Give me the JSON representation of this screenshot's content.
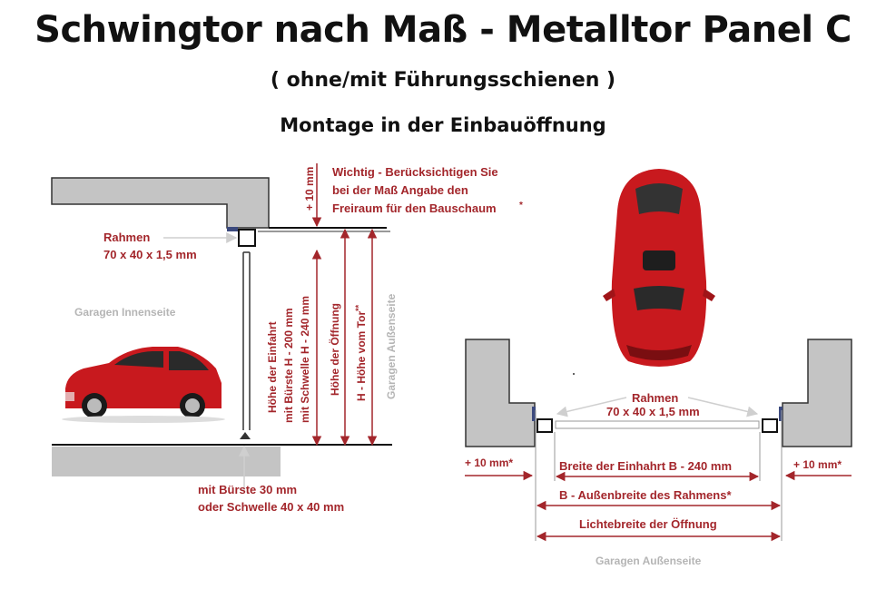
{
  "header": {
    "title": "Schwingtor nach Maß - Metalltor Panel C",
    "subtitle": "( ohne/mit Führungsschienen )",
    "section": "Montage in der Einbauöffnung"
  },
  "left": {
    "note_line1": "Wichtig - Berücksichtigen Sie",
    "note_line2": "bei der Maß Angabe den",
    "note_line3": "Freiraum für den Bauschaum",
    "note_star": "*",
    "plus10": "+ 10 mm",
    "frame_label": "Rahmen",
    "frame_size": "70 x 40 x 1,5 mm",
    "inside_label": "Garagen Innenseite",
    "outside_label": "Garagen Außenseite",
    "v1_line1": "Höhe der Einfahrt",
    "v1_line2": "mit Bürste   H - 200 mm",
    "v1_line3": "mit Schwelle H - 240 mm",
    "v2": "Höhe der Öffnung",
    "v3": "H - Höhe vom Tor",
    "v3_star": "**",
    "brush_line1": "mit Bürste 30 mm",
    "brush_line2": "oder Schwelle  40 x 40 mm"
  },
  "right": {
    "frame_label": "Rahmen",
    "frame_size": "70 x 40 x 1,5 mm",
    "plus10_left": "+ 10 mm*",
    "plus10_right": "+ 10 mm*",
    "dim1": "Breite der Einhahrt B - 240 mm",
    "dim2": "B - Außenbreite des Rahmens*",
    "dim3": "Lichtebreite der Öffnung",
    "outside_label": "Garagen Außenseite"
  },
  "colors": {
    "label_red": "#a3262b",
    "wall_gray": "#c4c4c4",
    "car_red": "#c8191e"
  }
}
